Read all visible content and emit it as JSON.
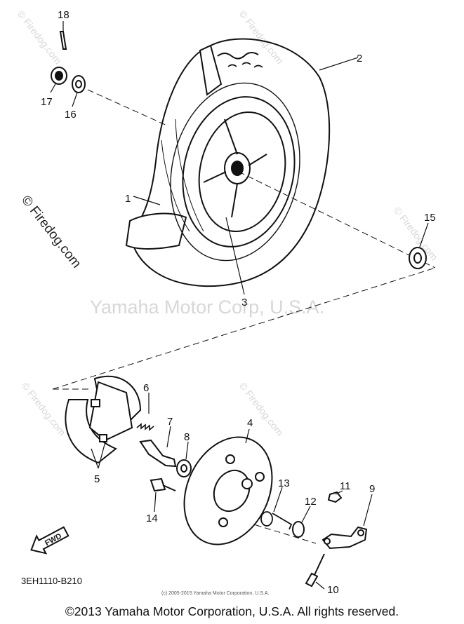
{
  "watermarks": {
    "center": "Yamaha Motor Corp, U.S.A.",
    "side": "© Firedog.com",
    "tile": "© Firedog.com"
  },
  "callouts": [
    "18",
    "2",
    "17",
    "16",
    "1",
    "15",
    "3",
    "6",
    "4",
    "5",
    "7",
    "8",
    "14",
    "13",
    "12",
    "11",
    "9",
    "10"
  ],
  "diagram_code": "3EH1110-B210",
  "fwd_label": "FWD",
  "small_copyright": "(c) 2005-2015 Yamaha Motor Corporation, U.S.A.",
  "footer": "©2013 Yamaha Motor Corporation, U.S.A. All rights reserved."
}
